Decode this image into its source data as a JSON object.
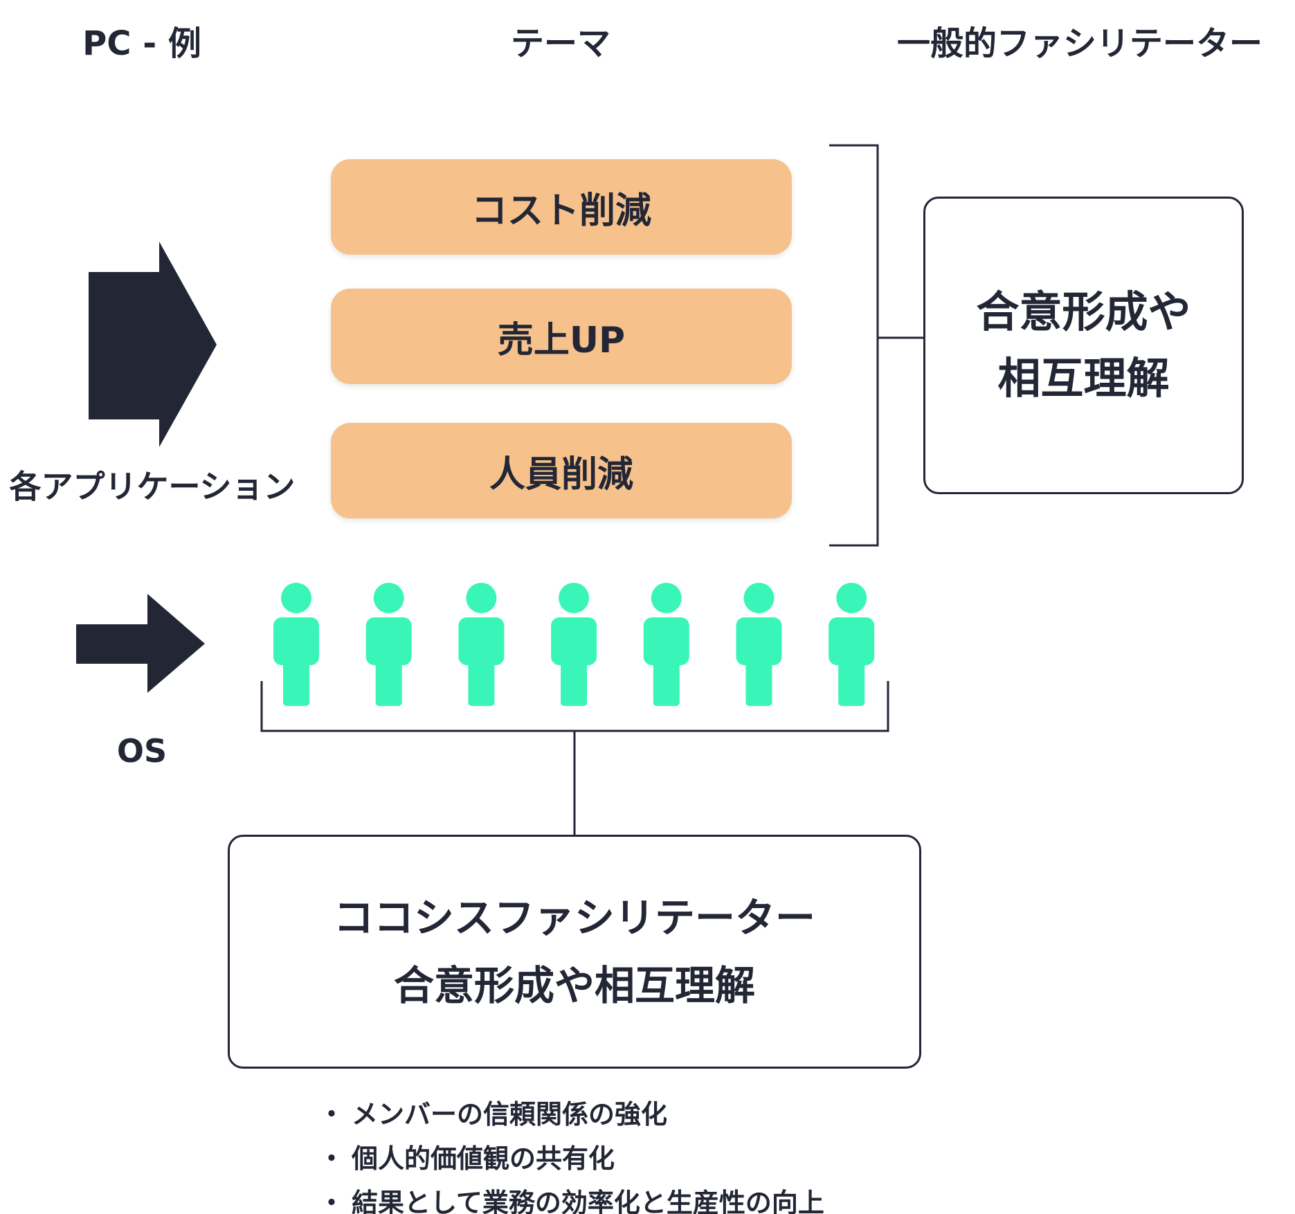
{
  "headings": {
    "left": "PC - 例",
    "center": "テーマ",
    "right": "一般的ファシリテーター"
  },
  "themes": [
    {
      "label": "コスト削減"
    },
    {
      "label": "売上UP"
    },
    {
      "label": "人員削減"
    }
  ],
  "side_labels": {
    "applications": "各アプリケーション",
    "os": "OS"
  },
  "general_box": {
    "line1": "合意形成や",
    "line2": "相互理解"
  },
  "main_box": {
    "line1": "ココシスファシリテーター",
    "line2": "合意形成や相互理解"
  },
  "bullets": [
    "メンバーの信頼関係の強化",
    "個人的価値観の共有化",
    "結果として業務の効率化と生産性の向上"
  ],
  "people_count": 7,
  "colors": {
    "ink": "#222635",
    "theme_fill": "#F6C18A",
    "person": "#3AF5B8"
  }
}
